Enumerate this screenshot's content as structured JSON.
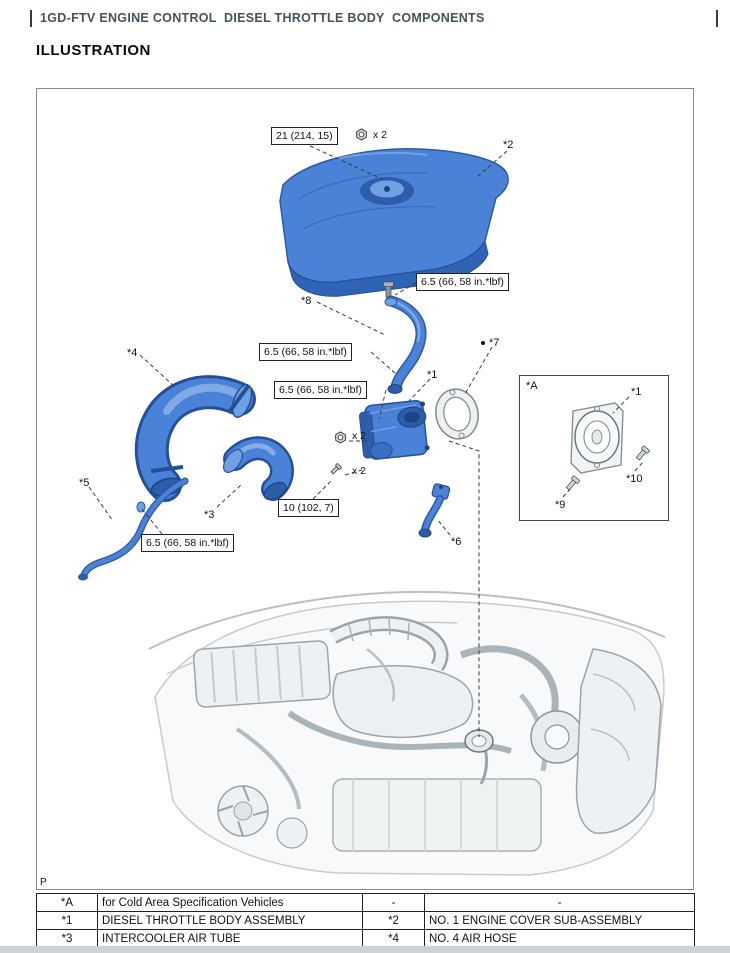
{
  "page": {
    "title": "1GD-FTV ENGINE CONTROL  DIESEL THROTTLE BODY  COMPONENTS",
    "heading": "ILLUSTRATION",
    "corner_label": "P"
  },
  "torques": {
    "cover_nut": "21 (214, 15)",
    "clamp_a": "6.5 (66, 58 in.*lbf)",
    "clamp_b": "6.5 (66, 58 in.*lbf)",
    "clamp_c": "6.5 (66, 58 in.*lbf)",
    "clamp_d": "6.5 (66, 58 in.*lbf)",
    "bolt": "10 (102, 7)"
  },
  "counts": {
    "cover_nuts": "x 2",
    "body_nuts": "x 2",
    "body_bolts": "x 2"
  },
  "labels": {
    "cover": "*2",
    "pipe": "*8",
    "air_tube": "*4",
    "throttle_body": "*1",
    "gasket": "*7",
    "hose": "*5",
    "intercooler_tube": "*3",
    "sensor": "*6",
    "detail": "*A",
    "detail_body": "*1",
    "detail_bolt9": "*9",
    "detail_bolt10": "*10"
  },
  "table": {
    "rows": [
      {
        "ref1": "*A",
        "desc1": "for Cold Area Specification Vehicles",
        "ref2": "-",
        "desc2": "-"
      },
      {
        "ref1": "*1",
        "desc1": "DIESEL THROTTLE BODY ASSEMBLY",
        "ref2": "*2",
        "desc2": "NO. 1 ENGINE COVER SUB-ASSEMBLY"
      },
      {
        "ref1": "*3",
        "desc1": "INTERCOOLER AIR TUBE",
        "ref2": "*4",
        "desc2": "NO. 4 AIR HOSE"
      }
    ]
  },
  "colors": {
    "part_blue": "#4a82d8",
    "part_blue_dark": "#2a5aa6",
    "engine_gray": "#9aa4aa"
  }
}
